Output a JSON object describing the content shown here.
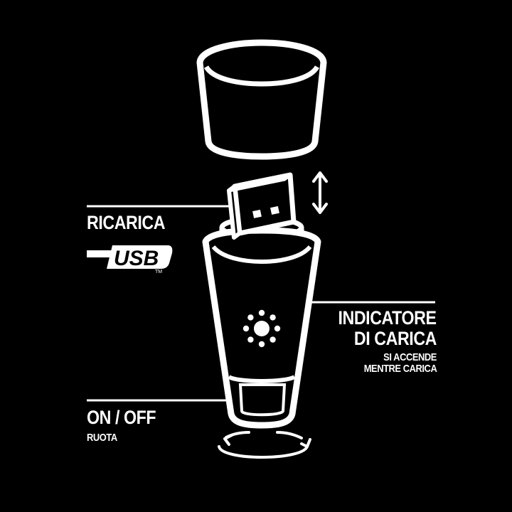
{
  "labels": {
    "ricarica": "RICARICA",
    "usb": "USB",
    "tm": "TM",
    "indicatore_line1": "INDICATORE",
    "indicatore_line2": "DI CARICA",
    "indicatore_sub1": "SI ACCENDE",
    "indicatore_sub2": "MENTRE CARICA",
    "onoff": "ON / OFF",
    "ruota": "RUOTA"
  },
  "icons": {
    "updown": "double-arrow-vertical-icon",
    "rotate": "rotate-arrows-icon",
    "indicator": "led-indicator-icon",
    "usb": "usb-logo-icon"
  },
  "colors": {
    "background": "#000000",
    "foreground": "#ffffff"
  }
}
